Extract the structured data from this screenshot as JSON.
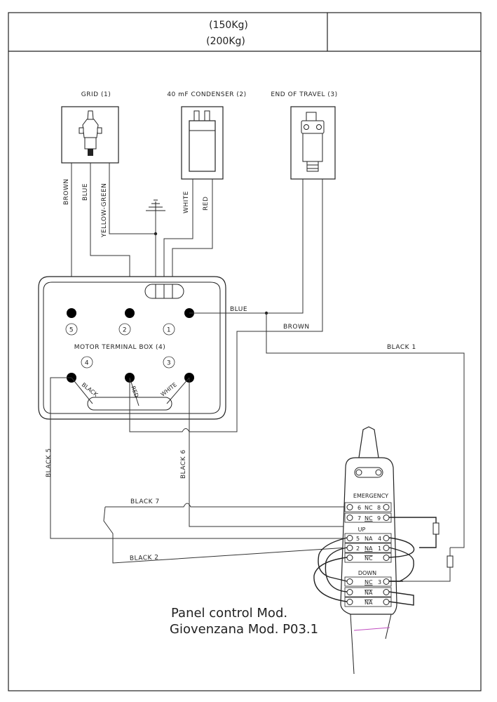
{
  "title_block": {
    "line1": "(150Kg)",
    "line2": "(200Kg)"
  },
  "components": {
    "grid": "GRID (1)",
    "condenser": "40 mF CONDENSER (2)",
    "end_of_travel": "END OF TRAVEL (3)",
    "motor_terminal_box": "MOTOR TERMINAL BOX (4)"
  },
  "wire_labels": {
    "brown": "BROWN",
    "blue": "BLUE",
    "yellow_green": "YELLOW-GREEN",
    "white": "WHITE",
    "red": "RED",
    "blue_right": "BLUE",
    "brown_right": "BROWN",
    "black1": "BLACK 1",
    "black2": "BLACK 2",
    "black5": "BLACK 5",
    "black6": "BLACK 6",
    "black7": "BLACK 7",
    "inner_black": "BLACK",
    "inner_red": "RED",
    "inner_white": "WHITE"
  },
  "terminals": {
    "t5": "5",
    "t2": "2",
    "t1": "1",
    "t4": "4",
    "t3": "3"
  },
  "pendant": {
    "emergency": "EMERGENCY",
    "up": "UP",
    "down": "DOWN",
    "rows": [
      {
        "left": "6",
        "mid": "NC",
        "right": "8"
      },
      {
        "left": "7",
        "mid": "NC",
        "right": "9"
      },
      {
        "left": "5",
        "mid": "NA",
        "right": "4"
      },
      {
        "left": "2",
        "mid": "NA",
        "right": "1"
      },
      {
        "left": "",
        "mid": "NC",
        "right": ""
      },
      {
        "left": "",
        "mid": "NC",
        "right": "3"
      },
      {
        "left": "",
        "mid": "NA",
        "right": ""
      },
      {
        "left": "",
        "mid": "NA",
        "right": ""
      }
    ]
  },
  "caption": {
    "line1": "Panel control Mod.",
    "line2": "Giovenzana Mod. P03.1"
  },
  "colors": {
    "line": "#222222",
    "accent": "#c04cc0"
  }
}
